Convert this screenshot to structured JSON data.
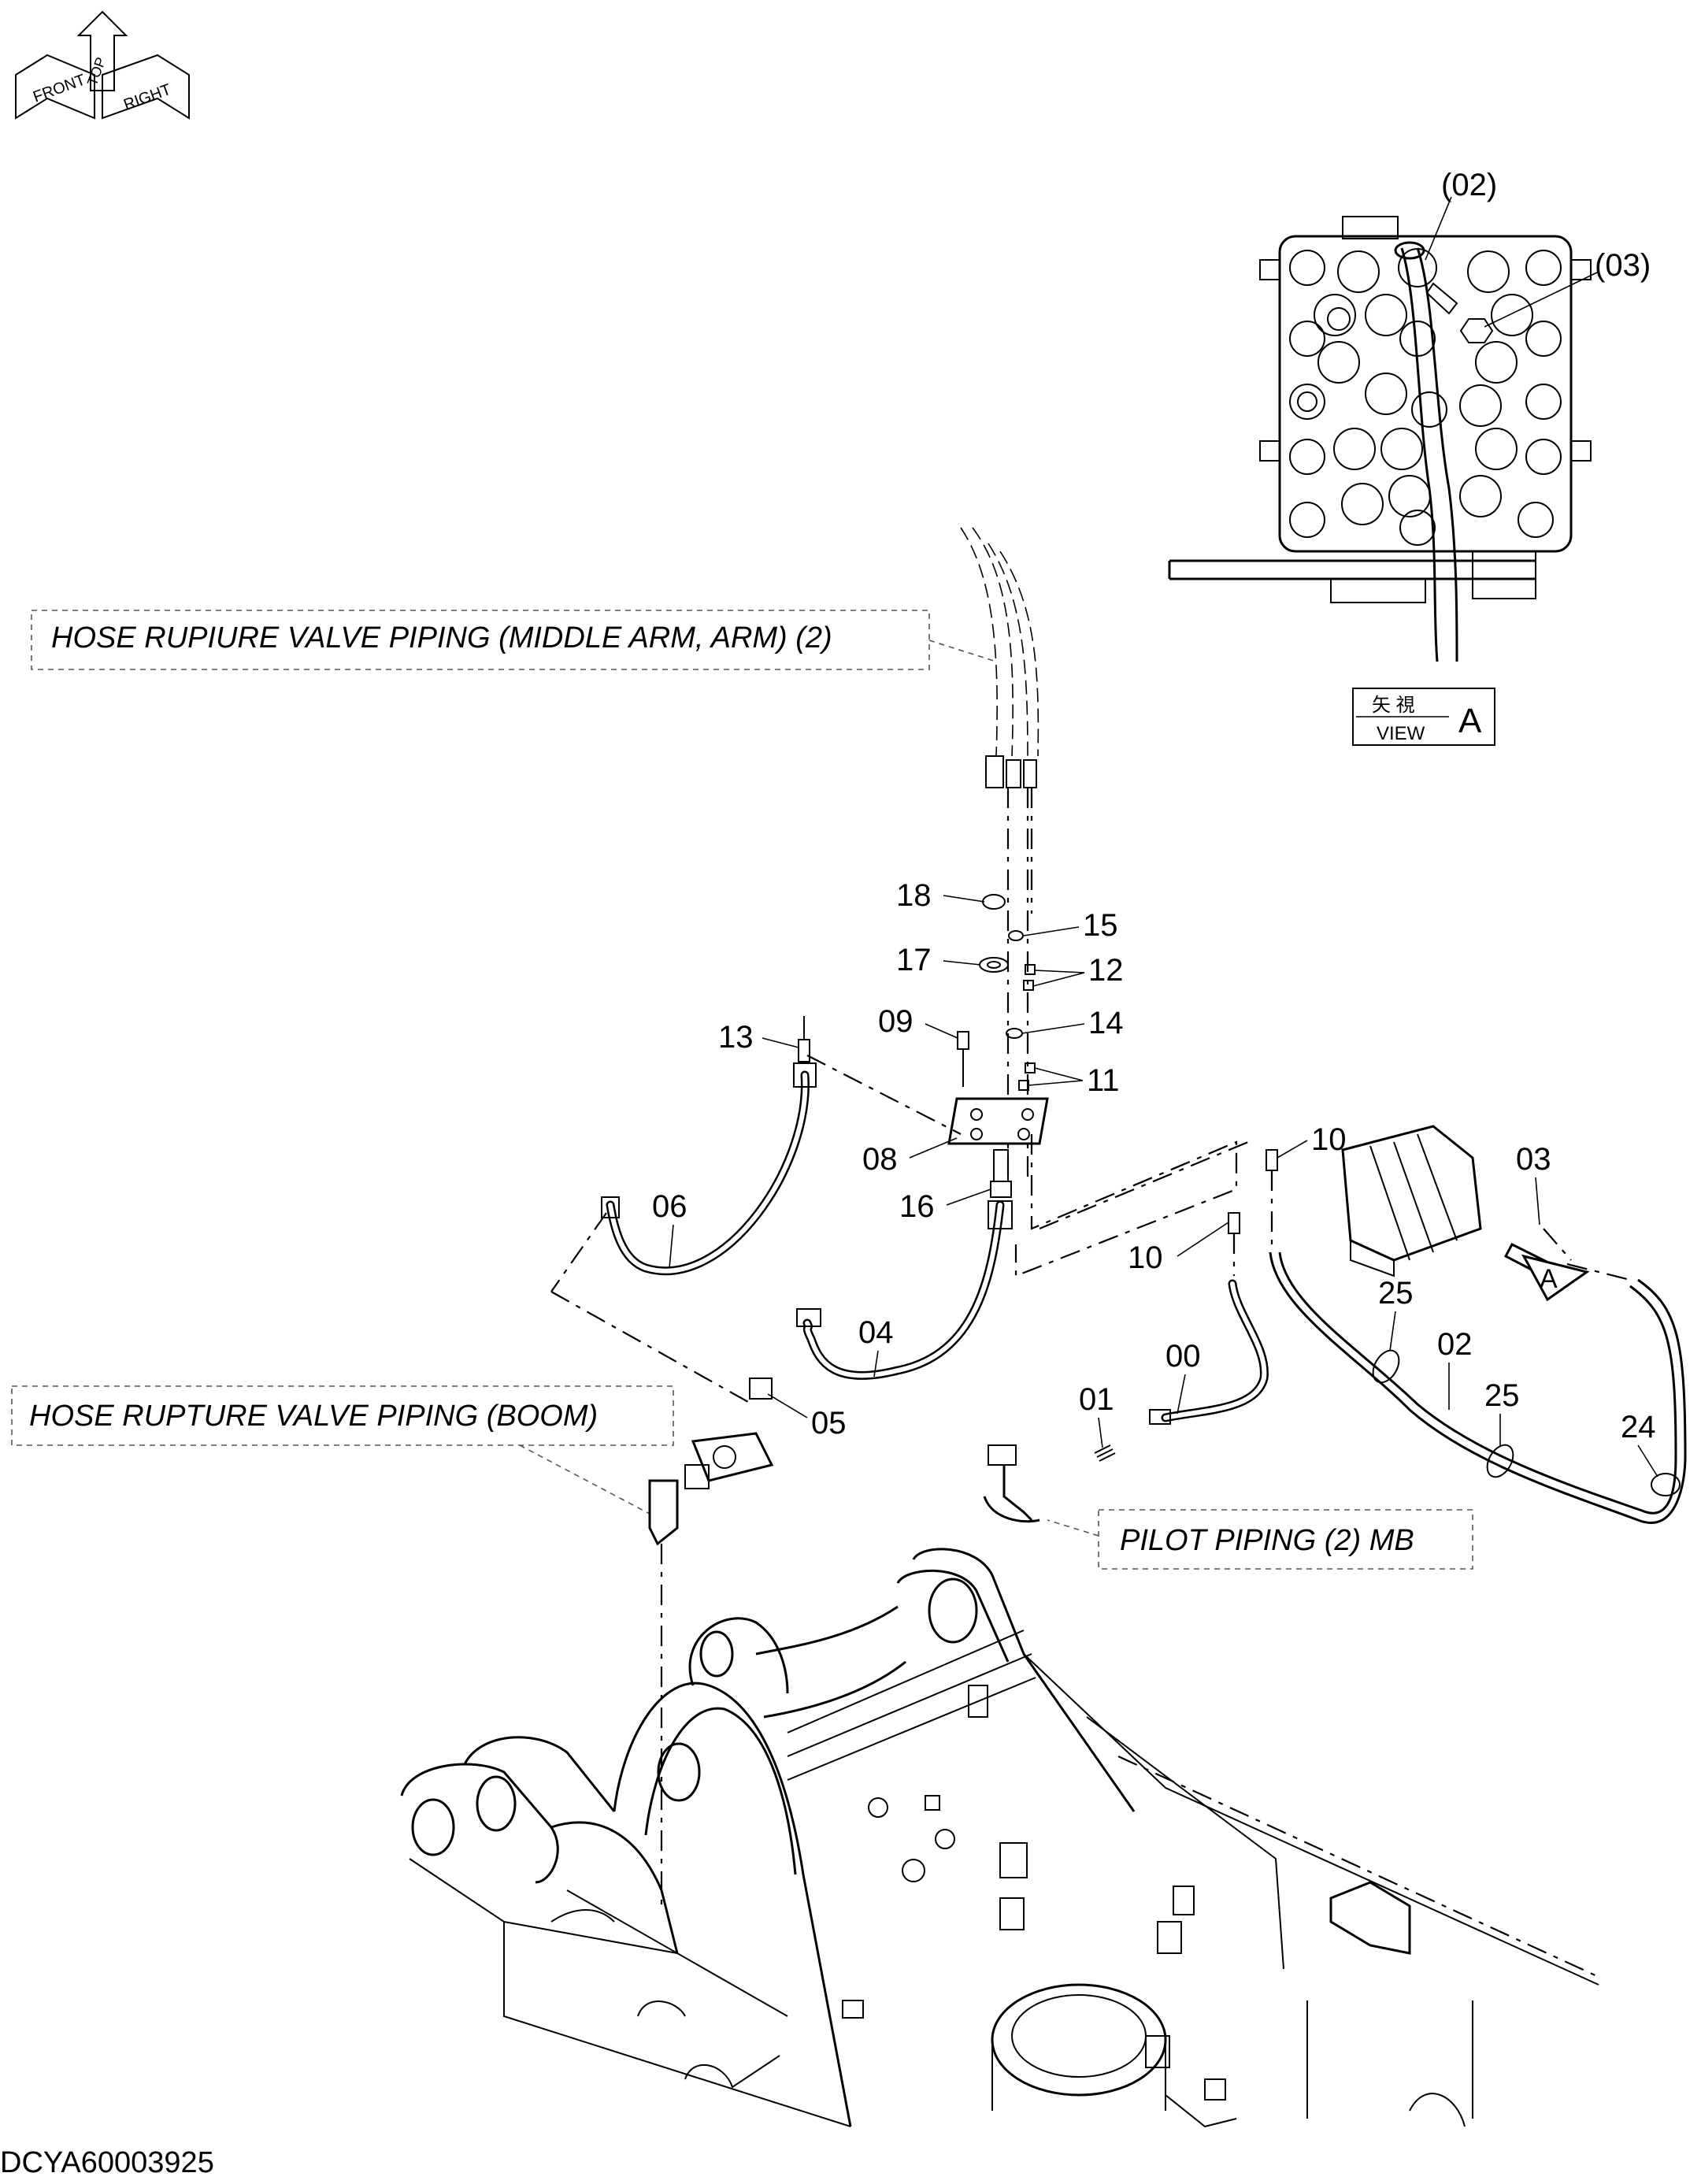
{
  "drawing_code": "DCYA60003925",
  "orientation_icon": {
    "front": "FRONT",
    "right": "RIGHT",
    "top": "TOP"
  },
  "view": {
    "kanji": "矢 視",
    "label": "VIEW",
    "letter": "A"
  },
  "view_marker": "A",
  "callouts": {
    "hose_arm": "HOSE RUPIURE VALVE PIPING (MIDDLE ARM, ARM) (2)",
    "hose_boom": "HOSE RUPTURE VALVE PIPING (BOOM)",
    "pilot": "PILOT PIPING (2) MB"
  },
  "view_refs": {
    "r02": "(02)",
    "r03": "(03)"
  },
  "parts": {
    "p18": "18",
    "p15": "15",
    "p17": "17",
    "p12": "12",
    "p13": "13",
    "p09": "09",
    "p14": "14",
    "p11": "11",
    "p08": "08",
    "p16": "16",
    "p06": "06",
    "p04": "04",
    "p05": "05",
    "p10a": "10",
    "p10b": "10",
    "p03": "03",
    "p25a": "25",
    "p02": "02",
    "p00": "00",
    "p01": "01",
    "p25b": "25",
    "p24": "24"
  }
}
